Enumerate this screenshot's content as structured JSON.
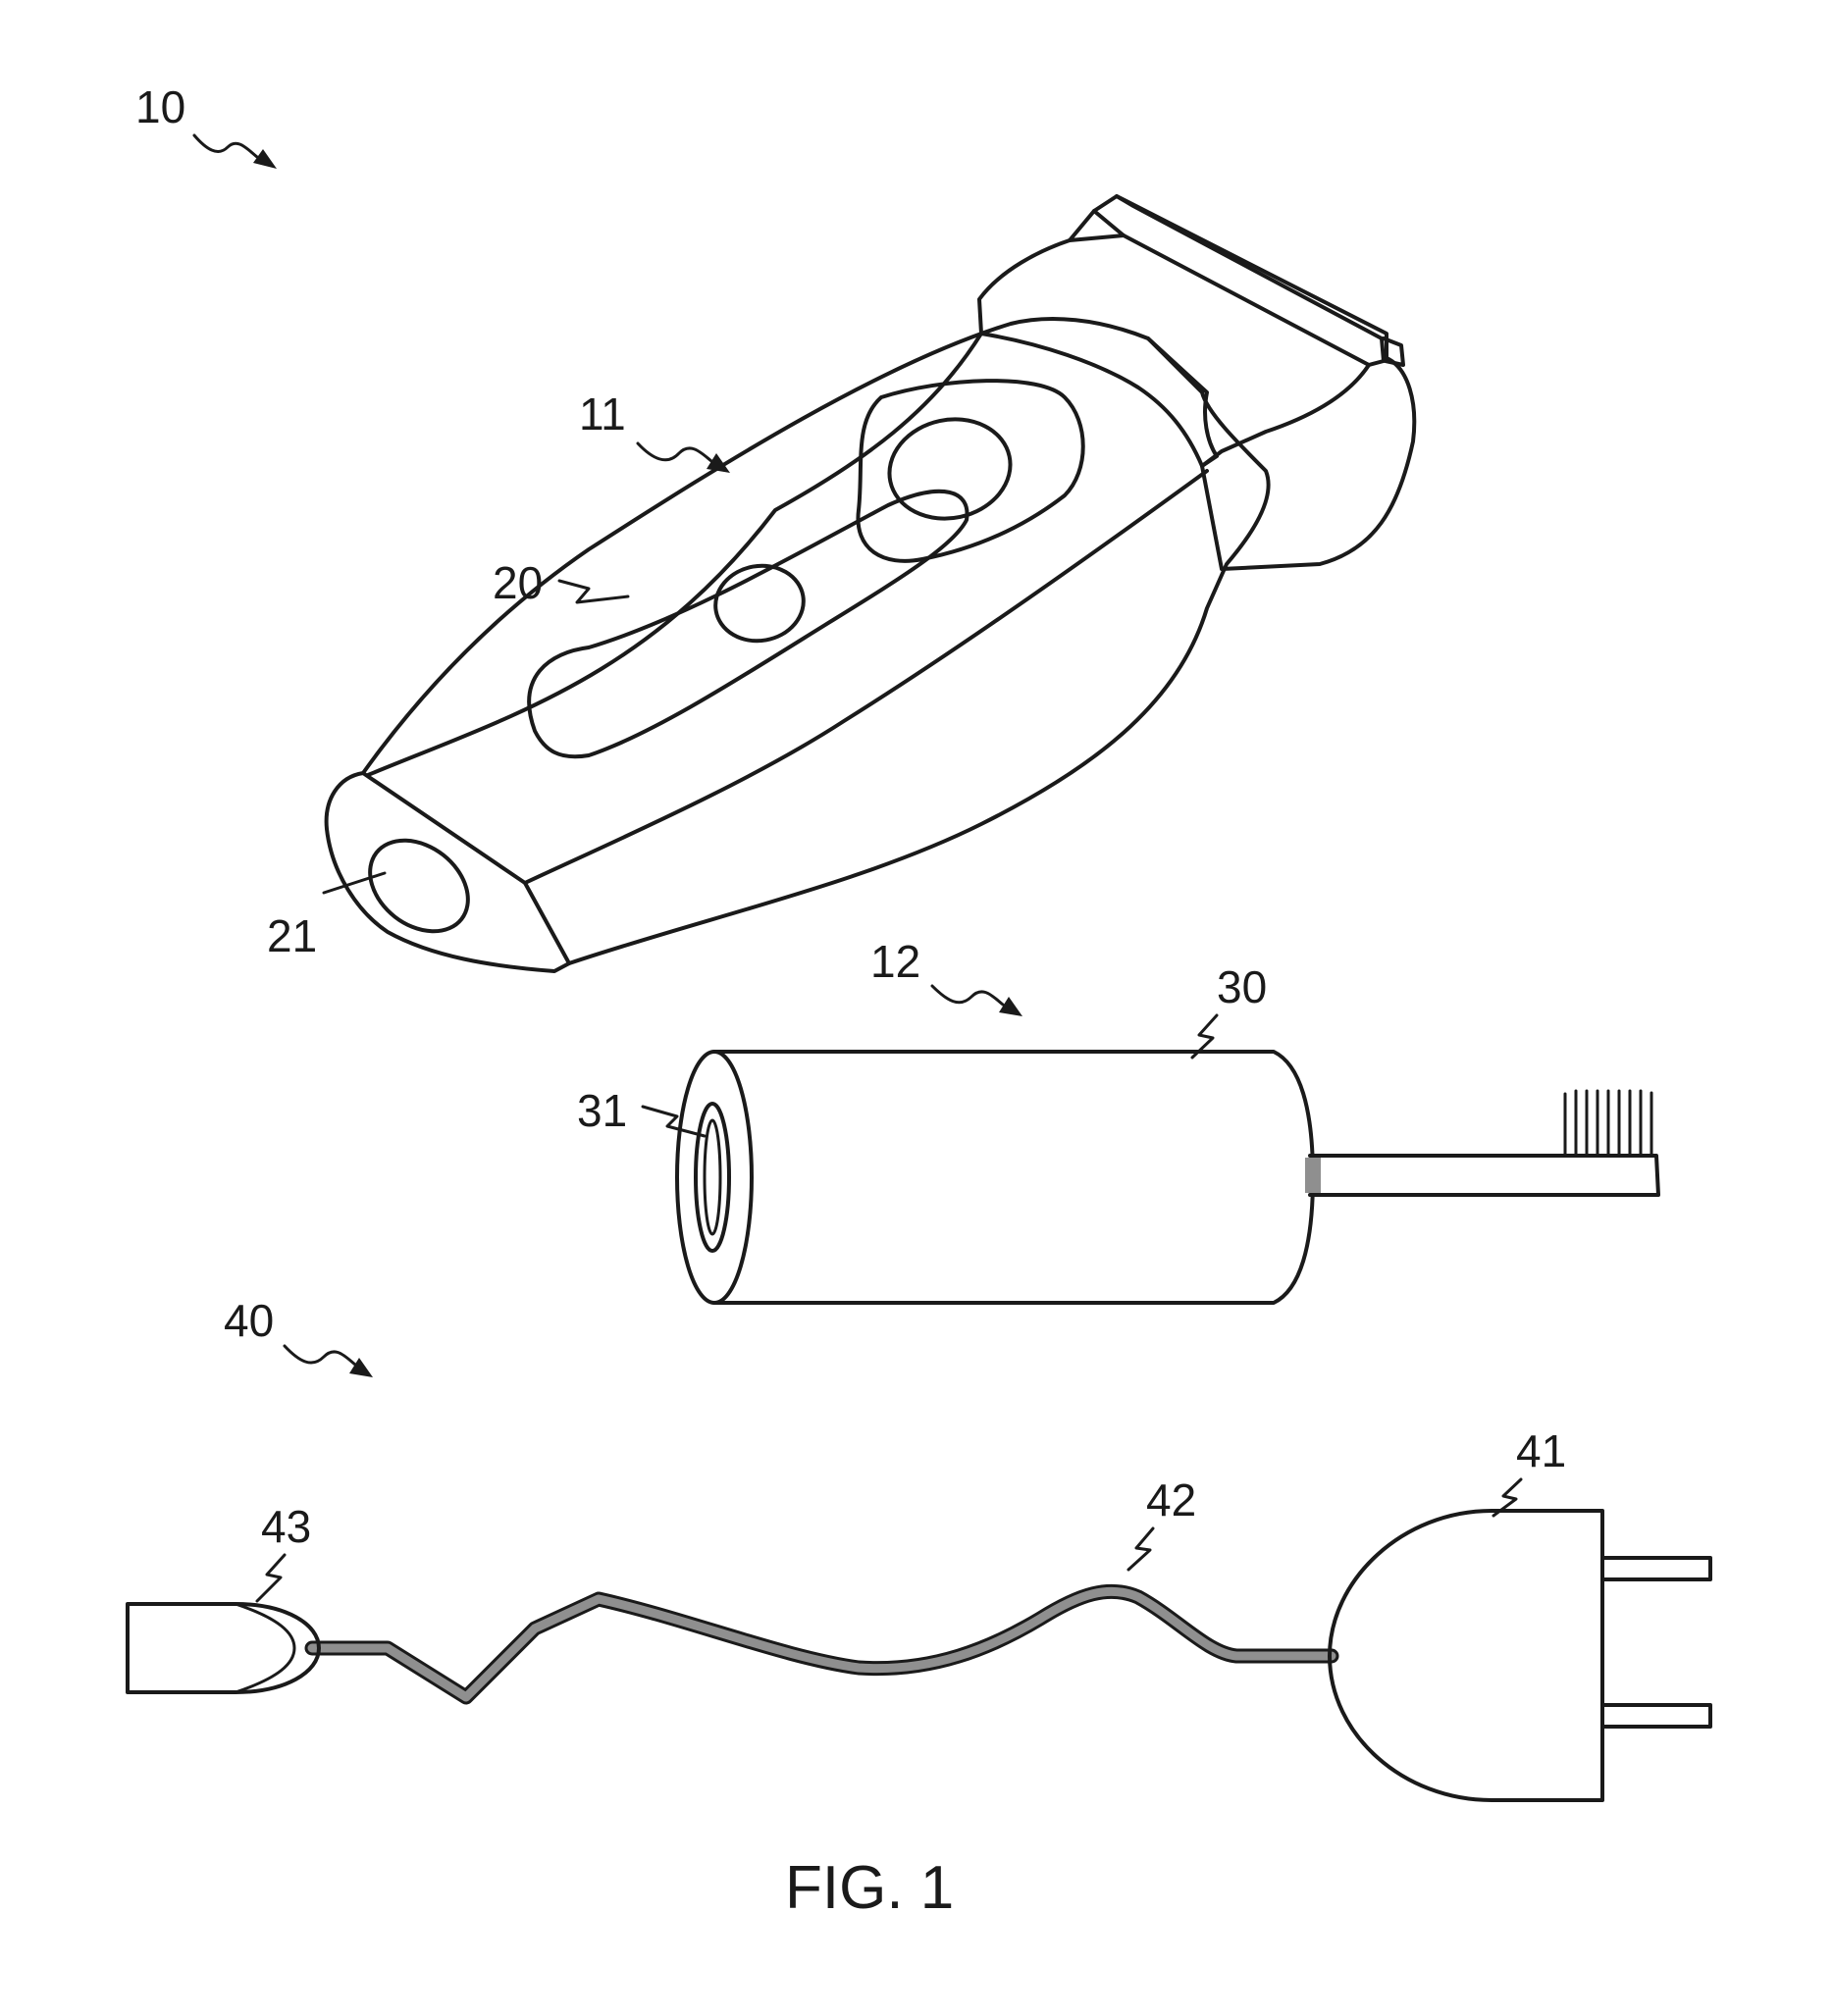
{
  "references": {
    "device_system": "10",
    "shaver": "11",
    "toothbrush_attachment": "12",
    "shaver_housing": "20",
    "shaver_socket": "21",
    "brush_body": "30",
    "brush_socket": "31",
    "charger": "40",
    "plug": "41",
    "cable": "42",
    "connector": "43"
  },
  "caption": "FIG. 1"
}
